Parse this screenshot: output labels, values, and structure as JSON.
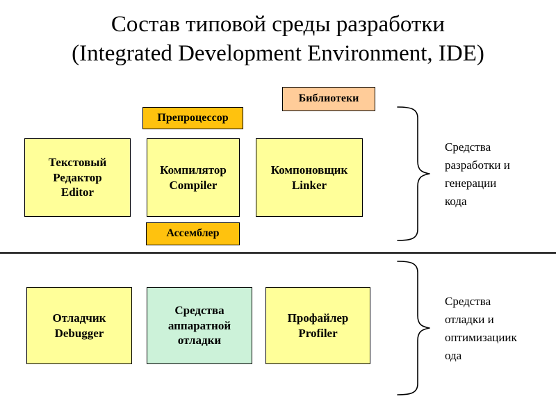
{
  "slide": {
    "background": "#ffffff",
    "title": {
      "line1": "Состав типовой среды разработки",
      "line2": "(Integrated Development Environment, IDE)"
    },
    "divider": {
      "color": "#000000"
    }
  },
  "colors": {
    "yellow": "#ffff99",
    "gold": "#ffc20e",
    "peach": "#ffcc99",
    "mint": "#ccf2d9",
    "outline": "#000000",
    "text": "#000000"
  },
  "sections": [
    {
      "id": "development",
      "caption": "Средства\nразработки и\nгенерации\nкода",
      "boxes": [
        {
          "id": "text-editor",
          "label": "Текстовый\nРедактор\nEditor",
          "fill": "#ffff99"
        },
        {
          "id": "preprocessor",
          "label": "Препроцессор",
          "fill": "#ffc20e"
        },
        {
          "id": "compiler",
          "label": "Компилятор\nCompiler",
          "fill": "#ffff99"
        },
        {
          "id": "assembler",
          "label": "Ассемблер",
          "fill": "#ffc20e"
        },
        {
          "id": "linker",
          "label": "Компоновщик\nLinker",
          "fill": "#ffff99"
        },
        {
          "id": "libraries",
          "label": "Библиотеки",
          "fill": "#ffcc99"
        }
      ]
    },
    {
      "id": "debugging",
      "caption": "Средства\nотладки и\nоптимизациик\nода",
      "boxes": [
        {
          "id": "debugger",
          "label": "Отладчик\nDebugger",
          "fill": "#ffff99"
        },
        {
          "id": "hardware-debug",
          "label": "Средства\nаппаратной\nотладки",
          "fill": "#ccf2d9"
        },
        {
          "id": "profiler",
          "label": "Профайлер\nProfiler",
          "fill": "#ffff99"
        }
      ]
    }
  ]
}
